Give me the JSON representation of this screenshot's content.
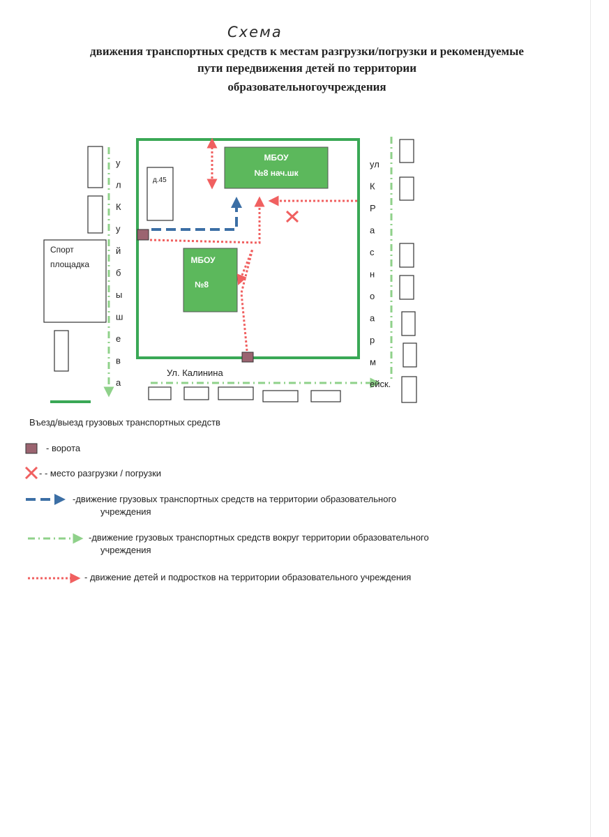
{
  "header": {
    "handwritten": "Схема",
    "title_line1": "движения транспортных средств к местам разгрузки/погрузки и рекомендуемые",
    "title_line2": "пути передвижения детей по территории",
    "title_line3": "образовательногоучреждения"
  },
  "map": {
    "school_main_line1": "МБОУ",
    "school_main_line2": "№8",
    "school_primary_line1": "МБОУ",
    "school_primary_line2": "№8 нач.шк",
    "house_label": "д.45",
    "sport_line1": "Спорт",
    "sport_line2": "площадка",
    "street_left_letters": [
      "у",
      "л",
      "К",
      "у",
      "й",
      "б",
      "ы",
      "ш",
      "е",
      "в",
      "а"
    ],
    "street_right_letters": [
      "ул",
      "К",
      "Р",
      "а",
      "с",
      "н",
      "о",
      "а",
      "р",
      "м",
      "ейск."
    ],
    "street_bottom": "Ул. Калинина",
    "colors": {
      "building_green": "#5cb85c",
      "fence_green": "#3aa856",
      "truck_blue": "#3c6fa5",
      "kids_red": "#f06060",
      "route_green": "#8fd18a",
      "gate": "#9b6470"
    }
  },
  "legend": {
    "entry_exit": "Въезд/выезд грузовых транспортных средств",
    "gate": "- ворота",
    "unload": "-  - место разгрузки / погрузки",
    "truck_inside_line1": "-движение грузовых транспортных средств на территории образовательного",
    "truck_inside_line2": "учреждения",
    "truck_around_line1": "-движение грузовых транспортных средств вокруг  территории образовательного",
    "truck_around_line2": "учреждения",
    "kids": "- движение детей и подростков на территории образовательного учреждения"
  }
}
